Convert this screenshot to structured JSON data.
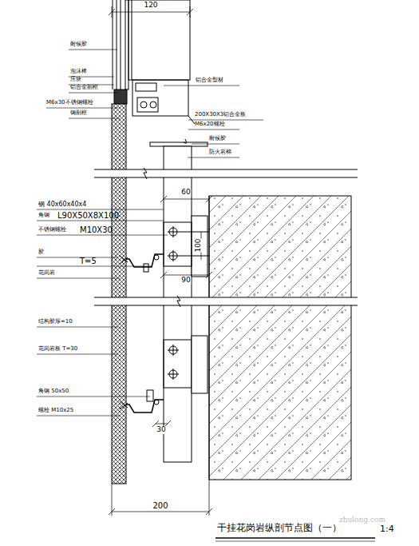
{
  "diagram": {
    "title": "干挂花岗岩纵剖节点图（一）",
    "labels": [
      "120",
      "耐候胶",
      "泡沫棒",
      "压块",
      "铝合金副框",
      "M6x30不锈钢螺栓",
      "钢副框",
      "铝合金型材",
      "200X30X3铝合金板",
      "M6x20螺栓",
      "耐候胶",
      "防火岩棉",
      "60",
      "钢 40x60x40x4",
      "角钢",
      "L90X50X8X100",
      "不锈钢螺栓",
      "M10X30",
      "100",
      "胶",
      "T=5",
      "花岗岩",
      "90",
      "结构胶厚=10",
      "花岗岩板 T=30",
      "角钢 50x50",
      "螺栓 M10x25",
      "30",
      "200",
      "1:4",
      "zhulong.com"
    ]
  }
}
